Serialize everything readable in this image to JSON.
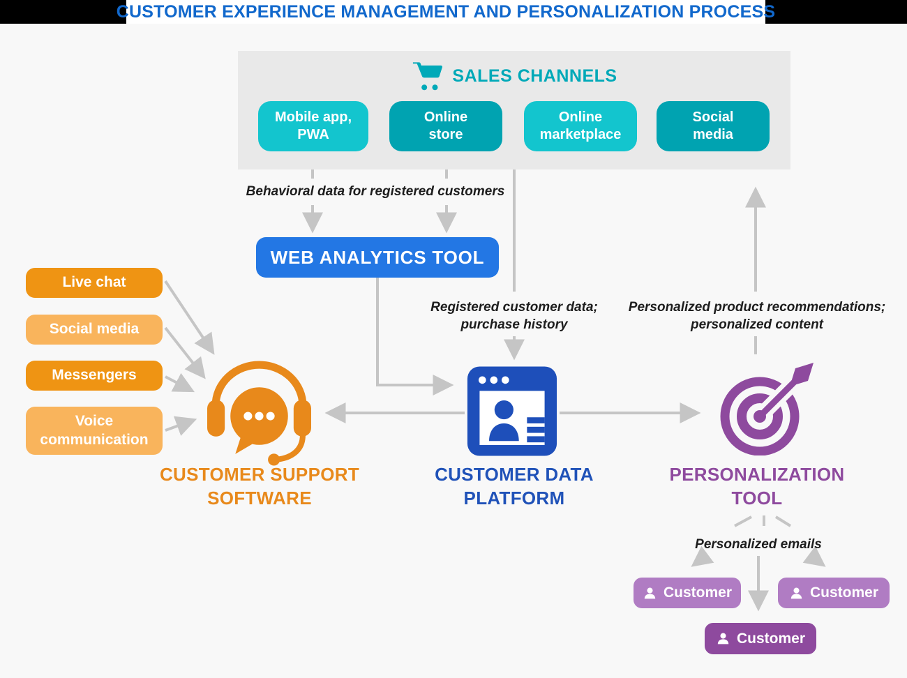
{
  "title": "CUSTOMER EXPERIENCE MANAGEMENT AND PERSONALIZATION PROCESS",
  "sales_channels": {
    "heading": "SALES CHANNELS",
    "icon": "shopping-cart-icon",
    "items": [
      {
        "label": "Mobile app, PWA",
        "lines": [
          "Mobile app,",
          "PWA"
        ],
        "color": "#13c5ce"
      },
      {
        "label": "Online store",
        "lines": [
          "Online",
          "store"
        ],
        "color": "#00a3b1"
      },
      {
        "label": "Online marketplace",
        "lines": [
          "Online",
          "marketplace"
        ],
        "color": "#13c5ce"
      },
      {
        "label": "Social media",
        "lines": [
          "Social",
          "media"
        ],
        "color": "#00a3b1"
      }
    ]
  },
  "web_analytics_tool": {
    "label": "WEB ANALYTICS TOOL",
    "color": "#2377e4"
  },
  "flow_labels": {
    "behavioral": "Behavioral data for registered customers",
    "registered": {
      "label": "Registered customer data; purchase history",
      "lines": [
        "Registered customer data;",
        "purchase history"
      ]
    },
    "recommendations": {
      "label": "Personalized product recommendations; personalized content",
      "lines": [
        "Personalized product recommendations;",
        "personalized content"
      ]
    },
    "emails": "Personalized emails"
  },
  "support_channels": {
    "items": [
      {
        "label": "Live chat",
        "lines": [
          "Live chat"
        ],
        "color": "#ef9413"
      },
      {
        "label": "Social media",
        "lines": [
          "Social media"
        ],
        "color": "#f9b45c"
      },
      {
        "label": "Messengers",
        "lines": [
          "Messengers"
        ],
        "color": "#ef9413"
      },
      {
        "label": "Voice communication",
        "lines": [
          "Voice",
          "communication"
        ],
        "color": "#f9b45c"
      }
    ]
  },
  "nodes": {
    "customer_support": {
      "label": "CUSTOMER SUPPORT SOFTWARE",
      "lines": [
        "CUSTOMER SUPPORT",
        "SOFTWARE"
      ],
      "icon": "headset-chat-icon",
      "color": "#e8891b"
    },
    "customer_data_platform": {
      "label": "CUSTOMER DATA PLATFORM",
      "lines": [
        "CUSTOMER DATA",
        "PLATFORM"
      ],
      "icon": "browser-user-profile-icon",
      "color": "#2052b8"
    },
    "personalization_tool": {
      "label": "PERSONALIZATION TOOL",
      "lines": [
        "PERSONALIZATION",
        "TOOL"
      ],
      "icon": "target-dart-icon",
      "color": "#8e4a9e"
    }
  },
  "customers": {
    "items": [
      {
        "label": "Customer",
        "icon": "person-icon",
        "color": "#b07cc3"
      },
      {
        "label": "Customer",
        "icon": "person-icon",
        "color": "#b07cc3"
      },
      {
        "label": "Customer",
        "icon": "person-icon",
        "color": "#8e4a9e"
      }
    ]
  },
  "colors": {
    "background": "#f8f8f8",
    "header_bar": "#000000",
    "title_text": "#1168cc",
    "panel": "#e9e9e9",
    "teal_heading": "#00a9b8",
    "teal_light": "#13c5ce",
    "teal_dark": "#00a3b1",
    "blue_wat": "#2377e4",
    "blue_cdp": "#1e4fba",
    "orange_dark": "#ef9413",
    "orange_light": "#f9b45c",
    "orange_node": "#e8891b",
    "purple": "#8e4a9e",
    "purple_light": "#b07cc3",
    "arrow_gray": "#c5c5c5",
    "label_text": "#1d1d1d"
  }
}
